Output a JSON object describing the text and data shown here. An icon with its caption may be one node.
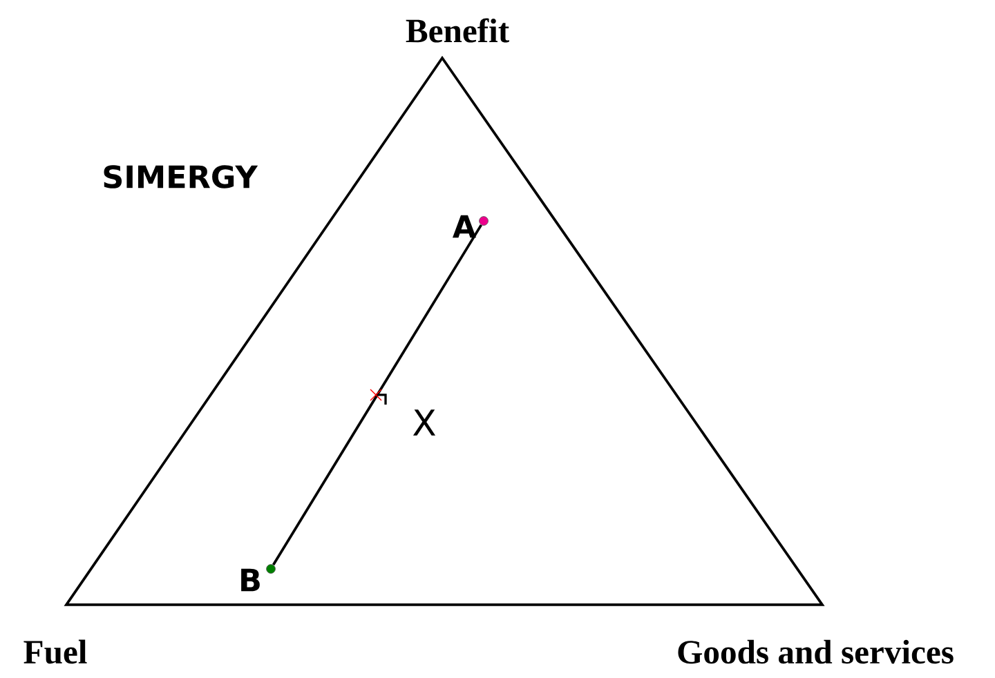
{
  "diagram": {
    "nodes": [
      {
        "text": [],
        "shape": "circle",
        "beside": [
          "A"
        ]
      },
      {
        "text": [],
        "shape": "circle",
        "beside": [
          "B"
        ]
      }
    ],
    "edges": [
      {
        "from": 1,
        "to": 0,
        "arrow": "none"
      }
    ],
    "labels": [
      "Benefit",
      "SIMERGY",
      "X",
      "Fuel",
      "Goods and services"
    ]
  }
}
